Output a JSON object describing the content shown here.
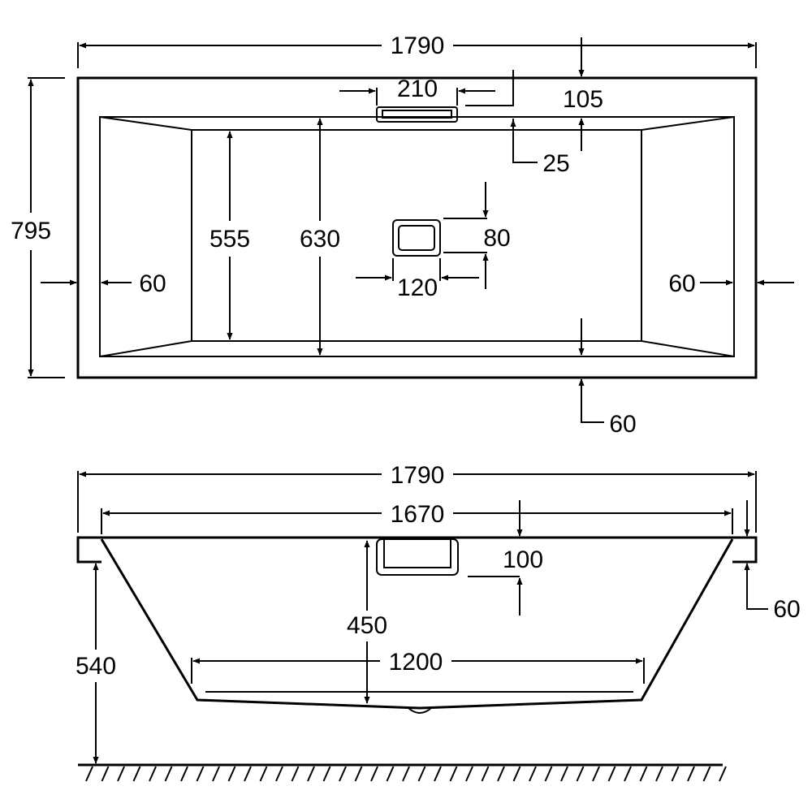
{
  "diagram": {
    "top_view": {
      "overall_length": "1790",
      "overall_width": "795",
      "overflow_width": "210",
      "rim_top": "105",
      "overflow_inset": "25",
      "inner_width_bottom": "555",
      "inner_width_top": "630",
      "drain_length": "80",
      "drain_width": "120",
      "rim_left": "60",
      "rim_right": "60",
      "rim_bottom": "60"
    },
    "side_view": {
      "overall_length": "1790",
      "inner_length": "1670",
      "overflow_height": "100",
      "rim_thickness": "60",
      "depth": "450",
      "bottom_length": "1200",
      "total_height": "540"
    }
  }
}
